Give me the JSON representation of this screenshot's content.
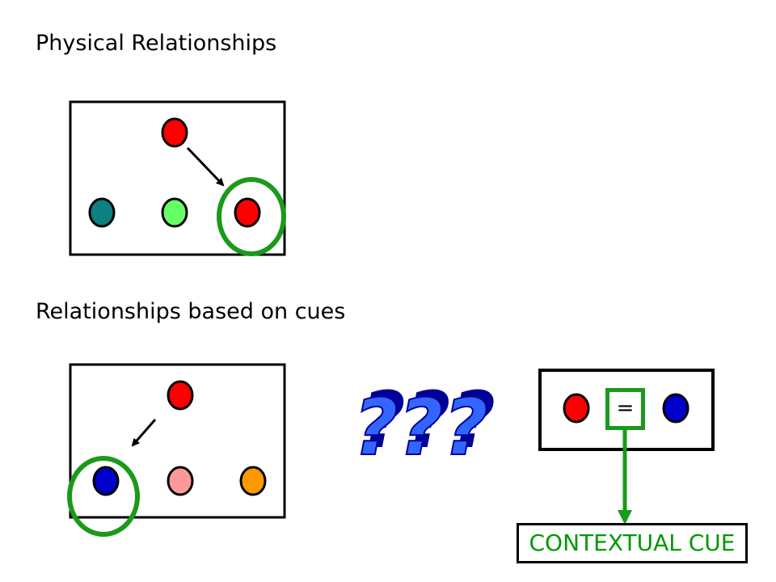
{
  "headings": {
    "physical": "Physical Relationships",
    "cues": "Relationships based on cues"
  },
  "cue_panel": {
    "operator": "=",
    "label": "CONTEXTUAL CUE"
  },
  "question_marks": "???",
  "colors": {
    "red": "#ff0000",
    "teal": "#0d8080",
    "light_green": "#66ff66",
    "blue": "#0000cc",
    "pink": "#ff9999",
    "orange": "#ff9900",
    "highlight_green": "#1a9a1a",
    "question_fill": "#3366ff",
    "question_shadow": "#000099"
  }
}
